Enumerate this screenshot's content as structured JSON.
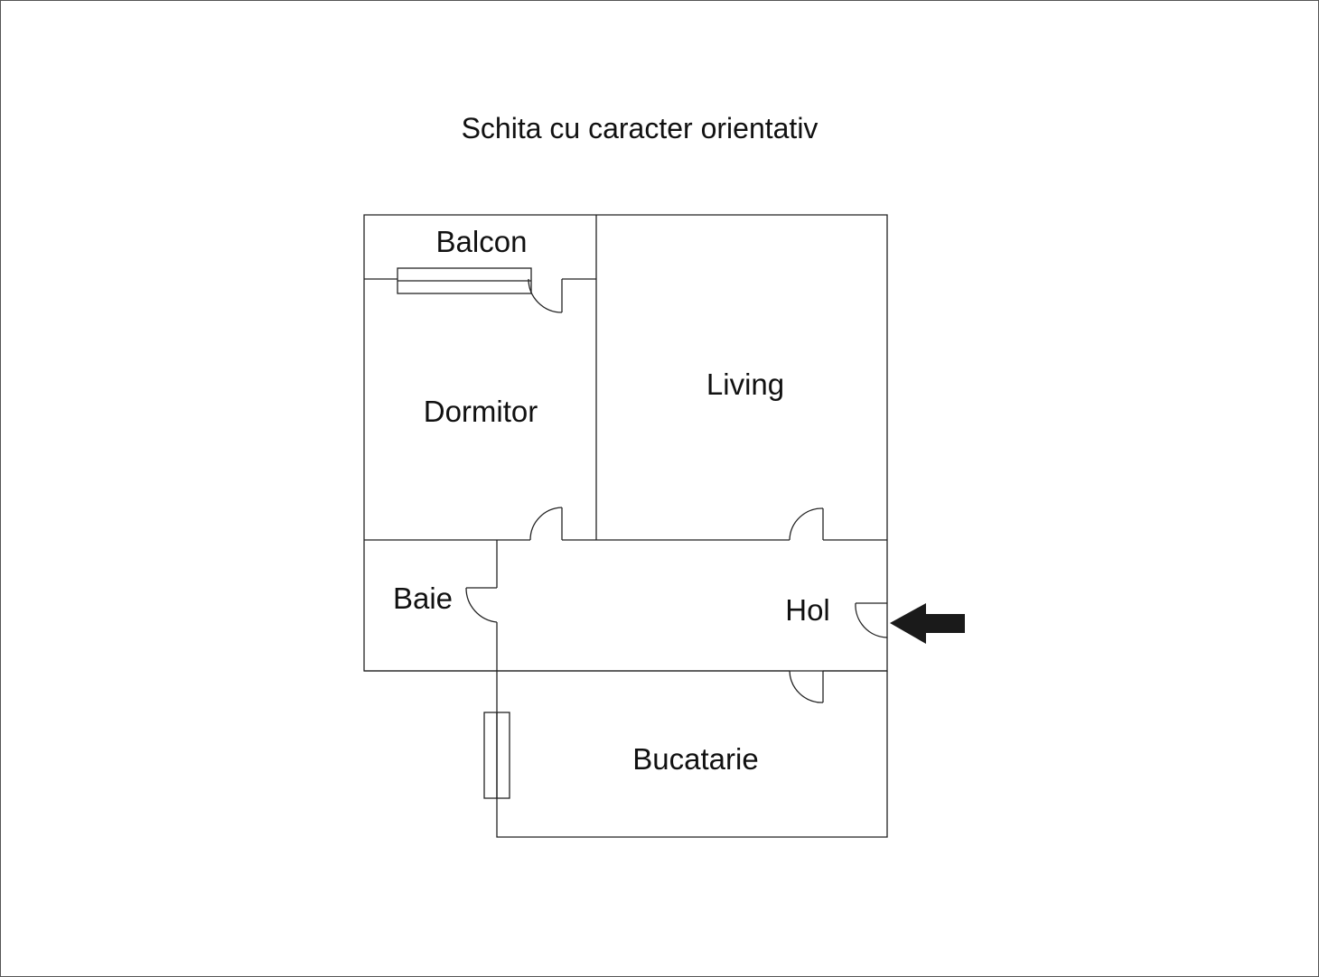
{
  "title": "Schita cu caracter orientativ",
  "rooms": {
    "balcon": "Balcon",
    "dormitor": "Dormitor",
    "living": "Living",
    "baie": "Baie",
    "hol": "Hol",
    "bucatarie": "Bucatarie"
  },
  "colors": {
    "wall": "#222222",
    "text": "#111111",
    "frame": "#555555",
    "arrow": "#1a1a1a"
  },
  "icons": {
    "entrance": "entrance-arrow-icon"
  }
}
